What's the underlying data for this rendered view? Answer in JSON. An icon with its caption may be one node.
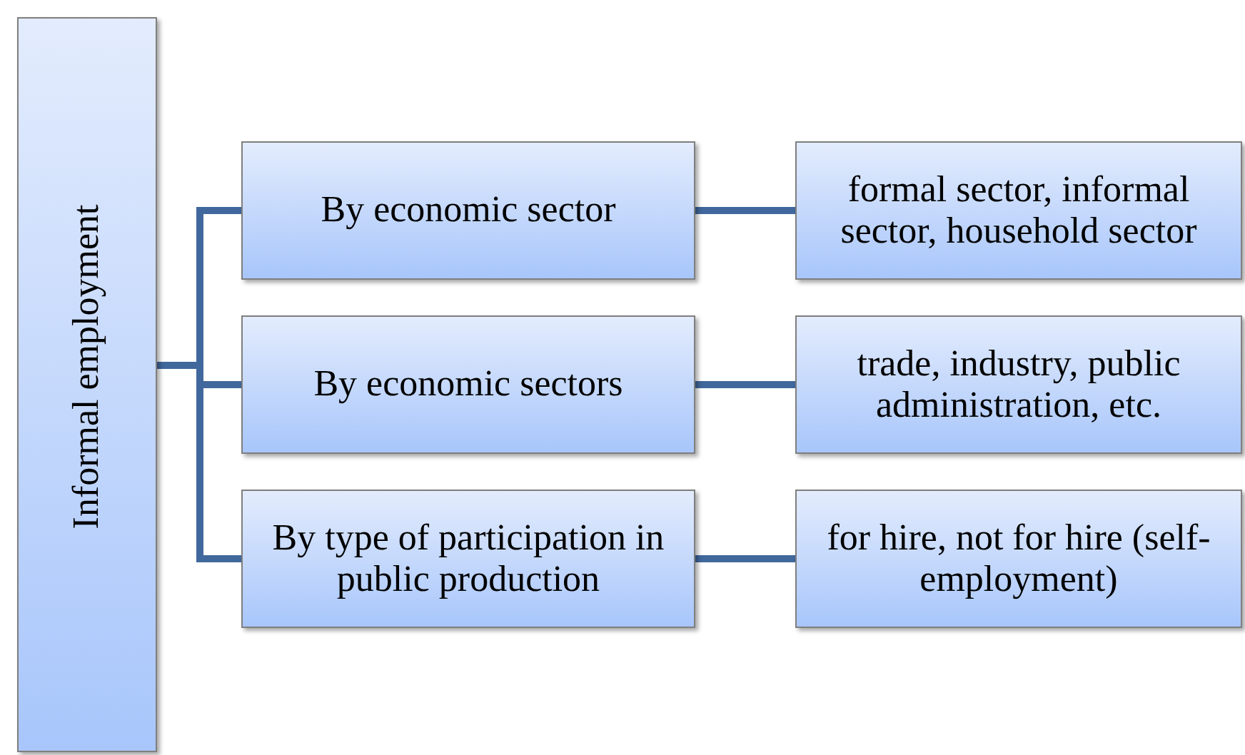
{
  "diagram": {
    "nodes": [
      {
        "text": [
          "Informal employment"
        ]
      },
      {
        "text": [
          "By economic sector"
        ]
      },
      {
        "text": [
          "By economic sectors"
        ]
      },
      {
        "text": [
          "By type of participation in public production"
        ]
      },
      {
        "text": [
          "formal sector, informal sector, household sector"
        ]
      },
      {
        "text": [
          "trade, industry, public administration, etc."
        ]
      },
      {
        "text": [
          "for hire, not for hire (self-employment)"
        ]
      }
    ],
    "edges": [
      {
        "from": 0,
        "to": 1,
        "arrow": "none"
      },
      {
        "from": 0,
        "to": 2,
        "arrow": "none"
      },
      {
        "from": 0,
        "to": 3,
        "arrow": "none"
      },
      {
        "from": 1,
        "to": 4,
        "arrow": "none"
      },
      {
        "from": 2,
        "to": 5,
        "arrow": "none"
      },
      {
        "from": 3,
        "to": 6,
        "arrow": "none"
      }
    ]
  }
}
